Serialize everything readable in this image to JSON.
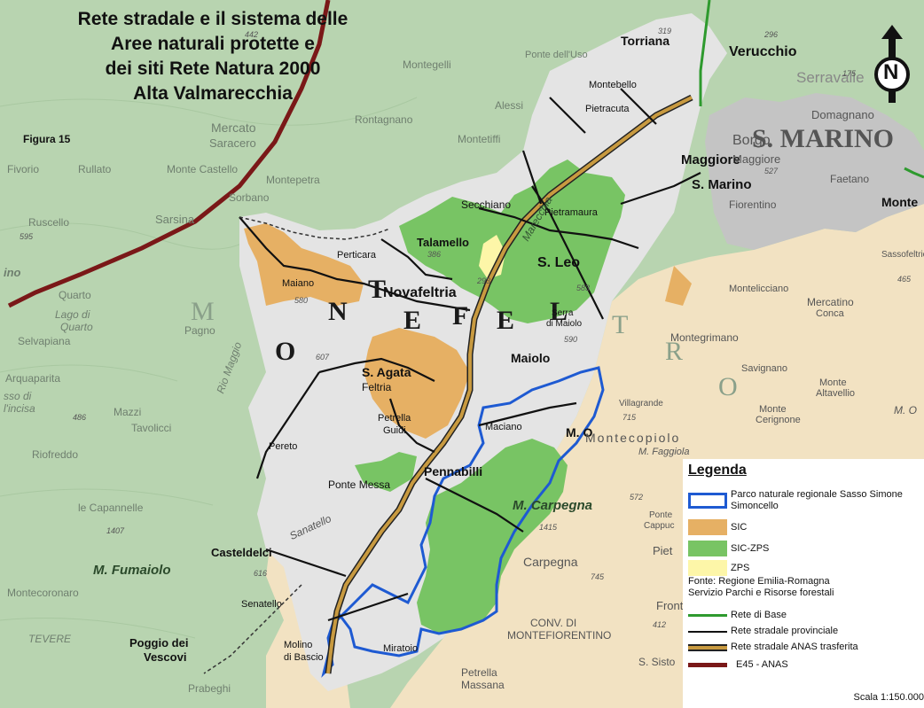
{
  "title": {
    "line1": "Rete stradale e il sistema delle",
    "line2": "Aree naturali protette e",
    "line3": "dei siti Rete Natura 2000",
    "line4": "Alta Valmarecchia"
  },
  "figure_label": "Figura 15",
  "north_arrow": {
    "icon": "north-arrow-icon",
    "label": "N"
  },
  "colors": {
    "land_outside": "#b8d4b0",
    "land_marche": "#f2e2c2",
    "study_area": "#e4e4e4",
    "san_marino": "#c4c4c4",
    "sic": "#e6b064",
    "sic_zps": "#78c464",
    "zps": "#fdf6a8",
    "park": "#1e5ad2",
    "rete_base": "#2e9a2e",
    "rete_provinciale": "#111111",
    "rete_anas": "#c89a40",
    "e45": "#7a1818"
  },
  "regions": {
    "montefeltro_letters": [
      "M",
      "O",
      "N",
      "T",
      "E",
      "F",
      "E",
      "L",
      "T",
      "R",
      "O"
    ],
    "san_marino": "S. MARINO"
  },
  "towns": {
    "torriana": "Torriana",
    "verucchio": "Verucchio",
    "serravalle": "Serravalle",
    "montebello": "Montebello",
    "pietracuta": "Pietracuta",
    "domagnano": "Domagnano",
    "borgo_maggiore_1": "Borgo",
    "borgo_maggiore_2": "Maggiore",
    "maggiore": "Maggiore",
    "s_marino": "S. Marino",
    "faetano": "Faetano",
    "fiorentino": "Fiorentino",
    "monte": "Monte",
    "secchiano": "Secchiano",
    "pietramaura": "Pietramaura",
    "talamello": "Talamello",
    "s_leo": "S. Leo",
    "perticara": "Perticara",
    "novafeltria": "Novafeltria",
    "maiano": "Maiano",
    "serra_maiolo_1": "Serra",
    "serra_maiolo_2": "di Maiolo",
    "maiolo": "Maiolo",
    "s_agata_1": "S. Agata",
    "s_agata_2": "Feltria",
    "petrella_1": "Petrella",
    "petrella_2": "Guidi",
    "pereto": "Pereto",
    "maciano": "Maciano",
    "pennabilli": "Pennabilli",
    "ponte_messa": "Ponte Messa",
    "casteldelci": "Casteldelci",
    "senatello": "Senatello",
    "molino_1": "Molino",
    "molino_2": "di Bascio",
    "miratoio": "Miratoio",
    "carpegna": "Carpegna",
    "montecopiolo": "Montecopiolo",
    "villagrande": "Villagrande",
    "montegrimano": "Montegrimano",
    "mercatino_1": "Mercatino",
    "mercatino_2": "Conca",
    "montelicciano": "Montelicciano",
    "savignano": "Savignano",
    "monte_altavellio_1": "Monte",
    "monte_altavellio_2": "Altavellio",
    "monte_cerignone_1": "Monte",
    "monte_cerignone_2": "Cerignone",
    "sassofeltrio": "Sassofeltrio",
    "mercato_1": "Mercato",
    "mercato_2": "Saracero",
    "sarsina": "Sarsina",
    "sorbano": "Sorbano",
    "montepetra": "Montepetra",
    "monte_castello": "Monte Castello",
    "rullato": "Rullato",
    "ruscello": "Ruscello",
    "quarto": "Quarto",
    "lago_1": "Lago di",
    "lago_2": "Quarto",
    "pagno": "Pagno",
    "selvapiana": "Selvapiana",
    "arquaparita": "Arquaparita",
    "mazzi": "Mazzi",
    "tavolicci": "Tavolicci",
    "riofreddo": "Riofreddo",
    "capannelle": "le Capannelle",
    "montecoronaro": "Montecoronaro",
    "poggio_1": "Poggio dei",
    "poggio_2": "Vescovi",
    "tevere": "TEVERE",
    "montegelli": "Montegelli",
    "rontagnano": "Rontagnano",
    "montetiffi": "Montetiffi",
    "alessi": "Alessi",
    "ponte_uso": "Ponte dell'Uso",
    "fivorio": "Fivorio",
    "conv_1": "CONV. DI",
    "conv_2": "MONTEFIORENTINO",
    "s_sisto": "S. Sisto",
    "petrella_massana_1": "Petrella",
    "petrella_massana_2": "Massana",
    "prabeghi": "Prabeghi",
    "frontino": "Front",
    "pietra": "Piet",
    "ponte_cappuccini_1": "Ponte",
    "ponte_cappuccini_2": "Cappuc",
    "faggiola": "M. Faggiola",
    "rio_maggio": "Rio Maggio",
    "marecchia": "Marecchia",
    "sanatello": "Sanatello",
    "m_o": "M. O",
    "ciuno": "ino",
    "incisa": "sso di\nl'incisa"
  },
  "peaks": {
    "carpegna": "M. Carpegna",
    "fumaiolo": "M. Fumaiolo"
  },
  "elevations": [
    "386",
    "293",
    "583",
    "590",
    "580",
    "607",
    "616",
    "1407",
    "1415",
    "572",
    "412",
    "745",
    "319",
    "296",
    "175",
    "527",
    "465",
    "486",
    "595",
    "442",
    "715"
  ],
  "legend": {
    "title": "Legenda",
    "park_label": "Parco naturale regionale Sasso Simone Simoncello",
    "sic_label": "SIC",
    "sic_zps_label": "SIC-ZPS",
    "zps_label": "ZPS",
    "source_line1": "Fonte: Regione Emilia-Romagna",
    "source_line2": "Servizio Parchi e Risorse forestali",
    "rete_base_label": "Rete di Base",
    "rete_provinciale_label": "Rete stradale provinciale",
    "rete_anas_label": "Rete stradale ANAS trasferita",
    "e45_label": "E45 - ANAS",
    "scale_label": "Scala 1:150.000"
  }
}
